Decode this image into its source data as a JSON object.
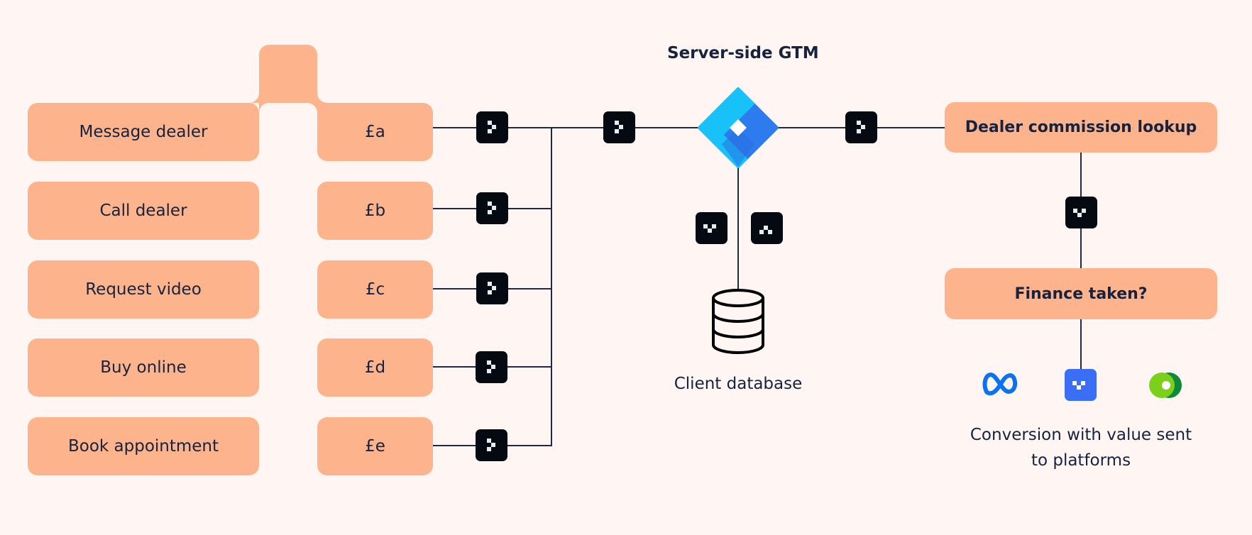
{
  "title": "Server-side GTM",
  "actions": [
    {
      "label": "Message dealer",
      "value": "£a"
    },
    {
      "label": "Call dealer",
      "value": "£b"
    },
    {
      "label": "Request video",
      "value": "£c"
    },
    {
      "label": "Buy online",
      "value": "£d"
    },
    {
      "label": "Book appointment",
      "value": "£e"
    }
  ],
  "gtm": {
    "icon": "google-tag-manager-logo"
  },
  "database": {
    "label": "Client database",
    "icon": "database-icon"
  },
  "lookup": {
    "label": "Dealer commission lookup"
  },
  "finance": {
    "label": "Finance taken?"
  },
  "platforms": {
    "icons": [
      "meta-logo",
      "platform-download-logo",
      "campaign-manager-logo"
    ],
    "label_line1": "Conversion with value sent",
    "label_line2": "to platforms"
  },
  "colors": {
    "box": "#fdb38c",
    "background": "#fff6f3",
    "text": "#16233f",
    "gtm_light": "#18c2f8",
    "gtm_dark": "#2d7bef",
    "platform_blue": "#3a6ff5"
  }
}
